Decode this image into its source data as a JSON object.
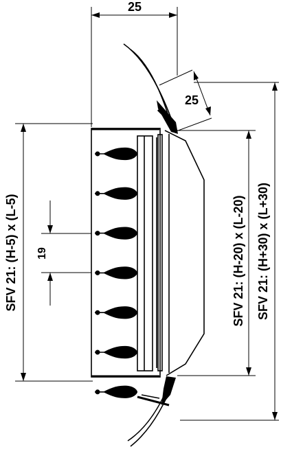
{
  "colors": {
    "ink": "#000000",
    "background": "#ffffff"
  },
  "dimensions": {
    "top_width": "25",
    "flange_width": "25",
    "blade_pitch": "19",
    "left_height": "SFV 21: (H-5) x (L-5)",
    "inner_height": "SFV 21: (H-20) x (L-20)",
    "outer_height": "SFV 21: (H+30) x (L+30)"
  },
  "blades": {
    "count": 7
  }
}
